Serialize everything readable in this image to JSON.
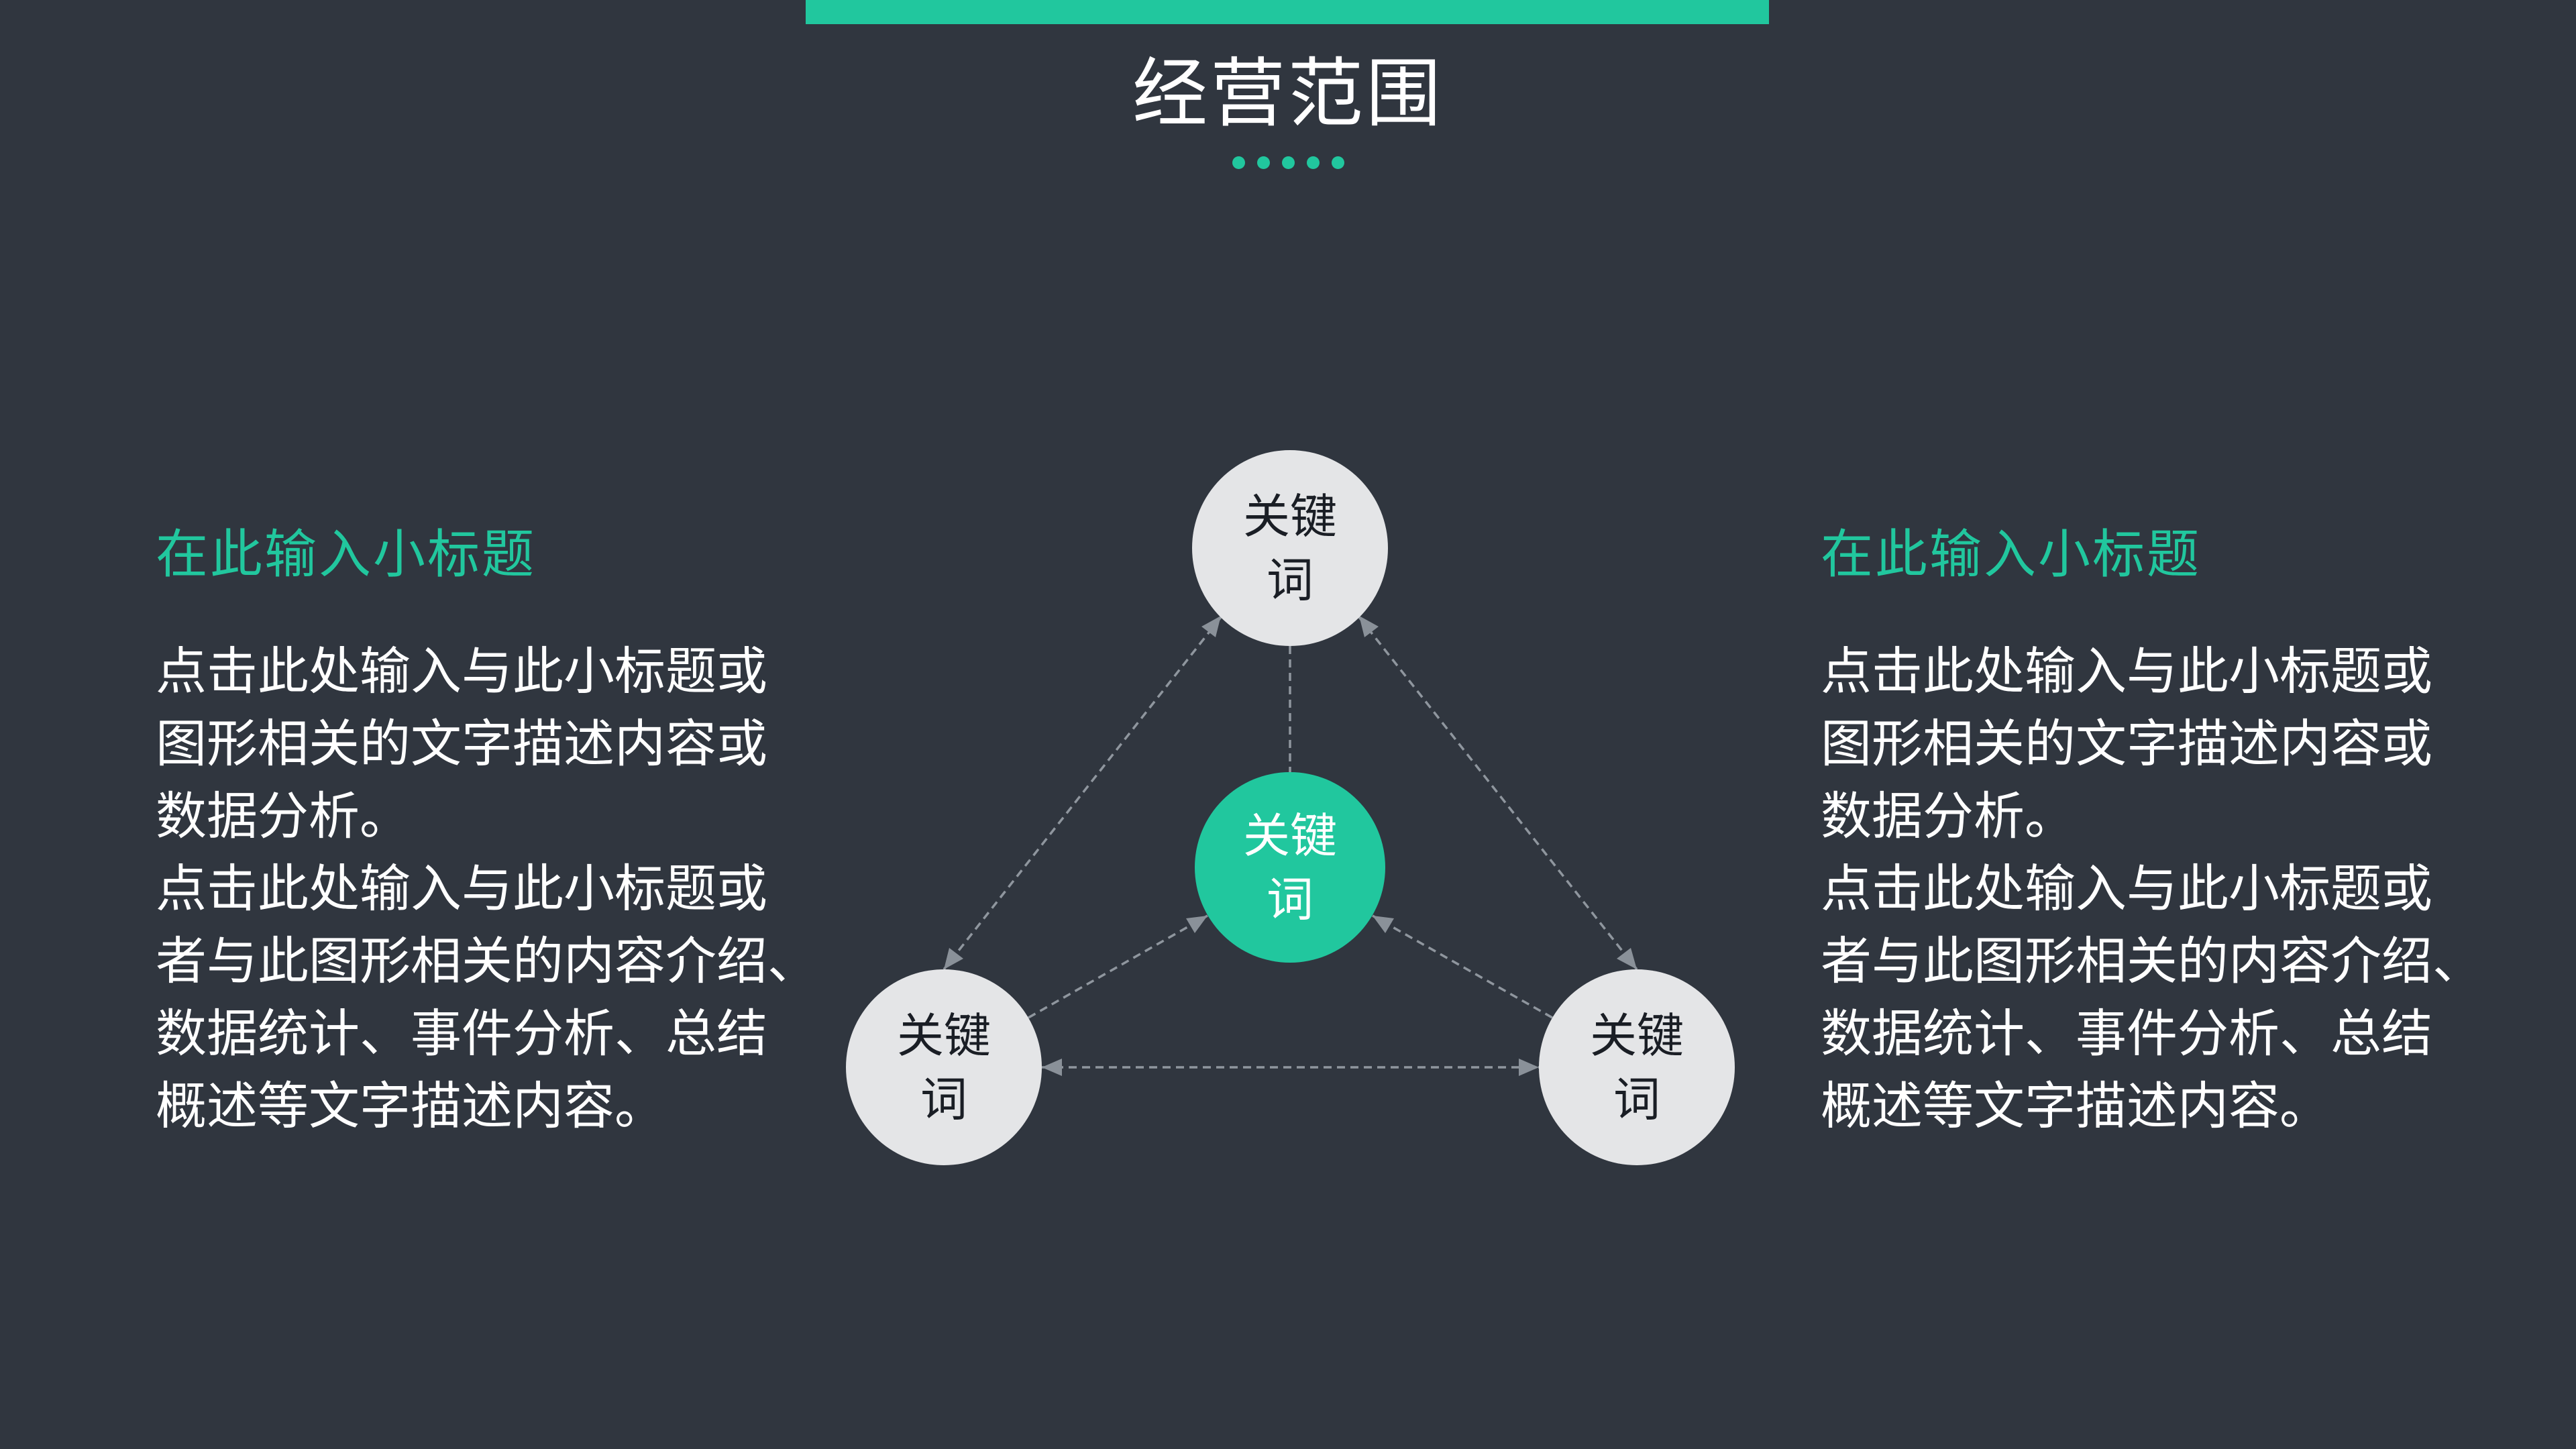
{
  "slide": {
    "title": "经营范围",
    "background_color": "#30363F",
    "accent_color": "#21C79E",
    "title_color": "#FFFFFF",
    "decor_dots_count": 5
  },
  "left_panel": {
    "subtitle": "在此输入小标题",
    "lines": [
      "点击此处输入与此小标题或",
      "图形相关的文字描述内容或",
      "数据分析。",
      "点击此处输入与此小标题或",
      "者与此图形相关的内容介绍、",
      "数据统计、事件分析、总结",
      "概述等文字描述内容。"
    ]
  },
  "right_panel": {
    "subtitle": "在此输入小标题",
    "lines": [
      "点击此处输入与此小标题或",
      "图形相关的文字描述内容或",
      "数据分析。",
      "点击此处输入与此小标题或",
      "者与此图形相关的内容介绍、",
      "数据统计、事件分析、总结",
      "概述等文字描述内容。"
    ]
  },
  "diagram": {
    "node_fill_gray": "#E4E5E7",
    "node_fill_green": "#21C79E",
    "connector_color": "#8F969E",
    "top_node": {
      "line1": "关键",
      "line2": "词"
    },
    "center_node": {
      "line1": "关键",
      "line2": "词"
    },
    "bottom_left_node": {
      "line1": "关键",
      "line2": "词"
    },
    "bottom_right_node": {
      "line1": "关键",
      "line2": "词"
    }
  }
}
